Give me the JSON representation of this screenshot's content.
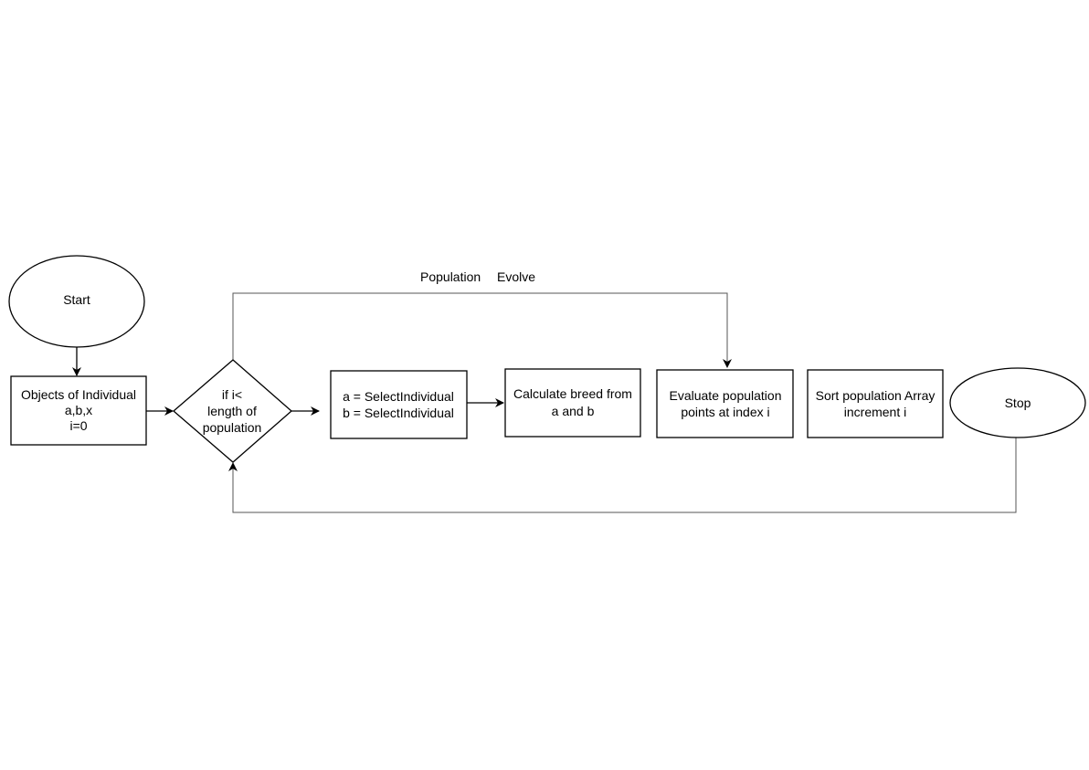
{
  "diagram": {
    "type": "flowchart",
    "nodes": {
      "start": {
        "shape": "ellipse",
        "label": "Start"
      },
      "init": {
        "shape": "rectangle",
        "lines": [
          "Objects of Individual",
          "a,b,x",
          "i=0"
        ]
      },
      "decision": {
        "shape": "diamond",
        "lines": [
          "if i<",
          "length of",
          "population"
        ]
      },
      "select": {
        "shape": "rectangle",
        "lines": [
          "a = SelectIndividual",
          "b = SelectIndividual"
        ]
      },
      "breed": {
        "shape": "rectangle",
        "lines": [
          "Calculate breed from",
          "a and b"
        ]
      },
      "evaluate": {
        "shape": "rectangle",
        "lines": [
          "Evaluate population",
          "points at index i"
        ]
      },
      "sort": {
        "shape": "rectangle",
        "lines": [
          "Sort population Array",
          "increment i"
        ]
      },
      "stop": {
        "shape": "ellipse",
        "label": "Stop"
      }
    },
    "edges": [
      {
        "from": "start",
        "to": "init"
      },
      {
        "from": "init",
        "to": "decision"
      },
      {
        "from": "decision",
        "to": "select"
      },
      {
        "from": "select",
        "to": "breed"
      },
      {
        "from": "decision",
        "to": "evaluate",
        "label_words": [
          "Population",
          "Evolve"
        ]
      },
      {
        "from": "stop",
        "to": "decision"
      }
    ]
  }
}
